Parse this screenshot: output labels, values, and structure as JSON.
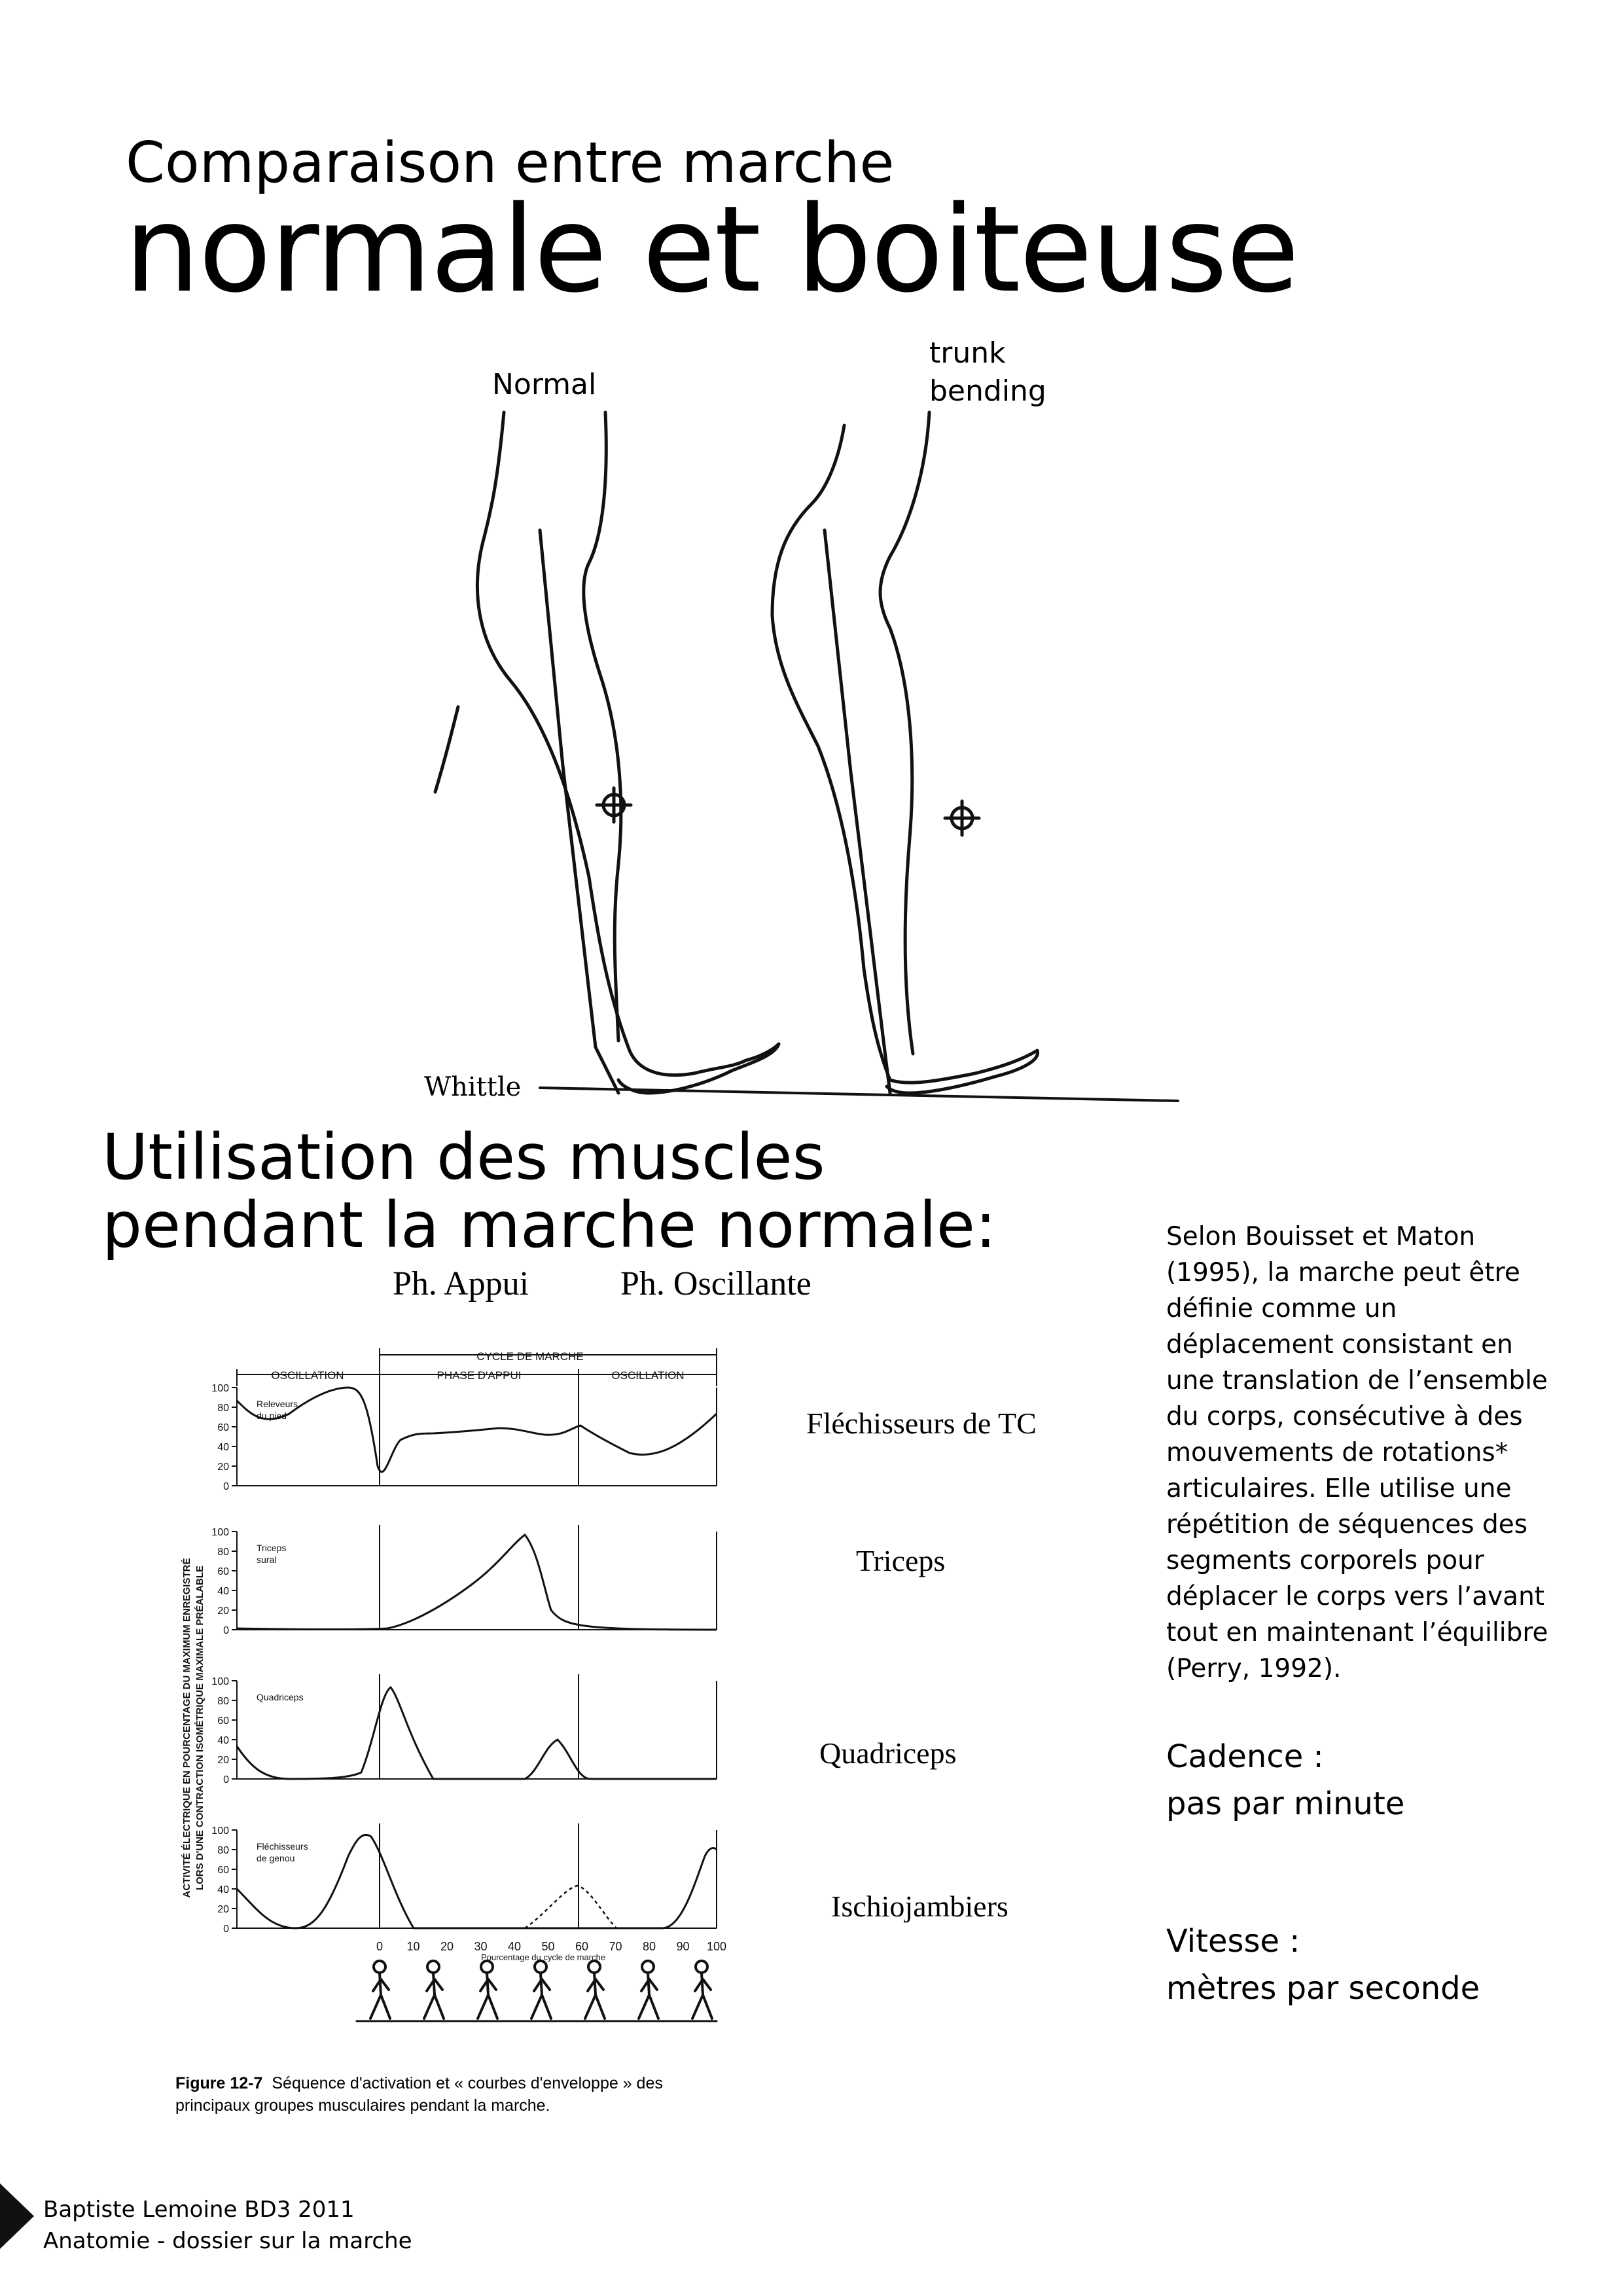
{
  "title": {
    "line1": "Comparaison entre marche",
    "line2": "normale et boiteuse"
  },
  "illustration": {
    "label_normal": "Normal",
    "label_trunk_line1": "trunk",
    "label_trunk_line2": "bending",
    "credit": "Whittle"
  },
  "section2": {
    "heading_line1": "Utilisation des muscles",
    "heading_line2": "pendant la marche normale:",
    "phase_appui": "Ph. Appui",
    "phase_oscillante": "Ph. Oscillante"
  },
  "muscles": {
    "tc": "Fléchisseurs de TC",
    "triceps": "Triceps",
    "quadriceps": "Quadriceps",
    "ischio": "Ischiojambiers"
  },
  "figure": {
    "header_cycle": "CYCLE DE MARCHE",
    "header_osc": "OSCILLATION",
    "header_appui": "PHASE D'APPUI",
    "y_axis_label_1": "ACTIVITÉ ÉLECTRIQUE EN POURCENTAGE DU MAXIMUM ENREGISTRÉ",
    "y_axis_label_2": "LORS D'UNE CONTRACTION ISOMÉTRIQUE MAXIMALE PRÉALABLE",
    "panel_labels": [
      [
        "Releveurs",
        "du pied"
      ],
      [
        "Triceps",
        "sural"
      ],
      [
        "Quadriceps"
      ],
      [
        "Fléchisseurs",
        "de genou"
      ]
    ],
    "y_ticks": [
      "100",
      "80",
      "60",
      "40",
      "20",
      "0"
    ],
    "x_ticks": [
      "0",
      "10",
      "20",
      "30",
      "40",
      "50",
      "60",
      "70",
      "80",
      "90",
      "100"
    ],
    "x_axis_label": "Pourcentage du cycle de marche",
    "caption_bold": "Figure 12-7",
    "caption_text": "Séquence d'activation et « courbes d'enveloppe » des principaux groupes musculaires pendant la marche."
  },
  "side_text": {
    "lines": [
      "Selon Bouisset et Maton",
      "(1995), la marche peut être",
      "définie comme un",
      "déplacement consistant en",
      "une translation de l’ensemble",
      "du corps, consécutive à des",
      "mouvements de rotations*",
      "articulaires. Elle utilise une",
      "répétition de séquences des",
      "segments corporels pour",
      "déplacer le corps vers l’avant",
      "tout en maintenant l’équilibre",
      "(Perry, 1992)."
    ],
    "cadence_label": "Cadence :",
    "cadence_unit": "pas par minute",
    "vitesse_label": "Vitesse :",
    "vitesse_unit": "mètres par seconde"
  },
  "footer": {
    "line1": "Baptiste Lemoine BD3 2011",
    "line2": "Anatomie - dossier sur la marche"
  }
}
